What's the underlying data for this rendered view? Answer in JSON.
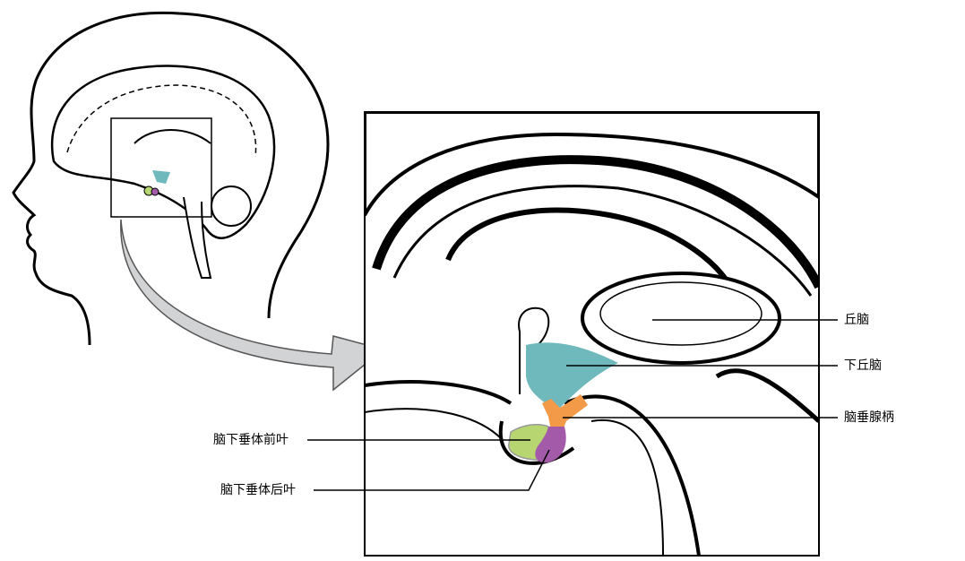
{
  "labels": {
    "thalamus": "丘脑",
    "hypothalamus": "下丘脑",
    "infundibulum": "脑垂腺柄",
    "anterior_pituitary": "脑下垂体前叶",
    "posterior_pituitary": "脑下垂体后叶"
  },
  "colors": {
    "hypothalamus": "#6fb9bc",
    "infundibulum": "#f29a48",
    "anterior_pituitary": "#b7d671",
    "posterior_pituitary": "#a35ba9",
    "arrow": "#d2d3d5"
  }
}
